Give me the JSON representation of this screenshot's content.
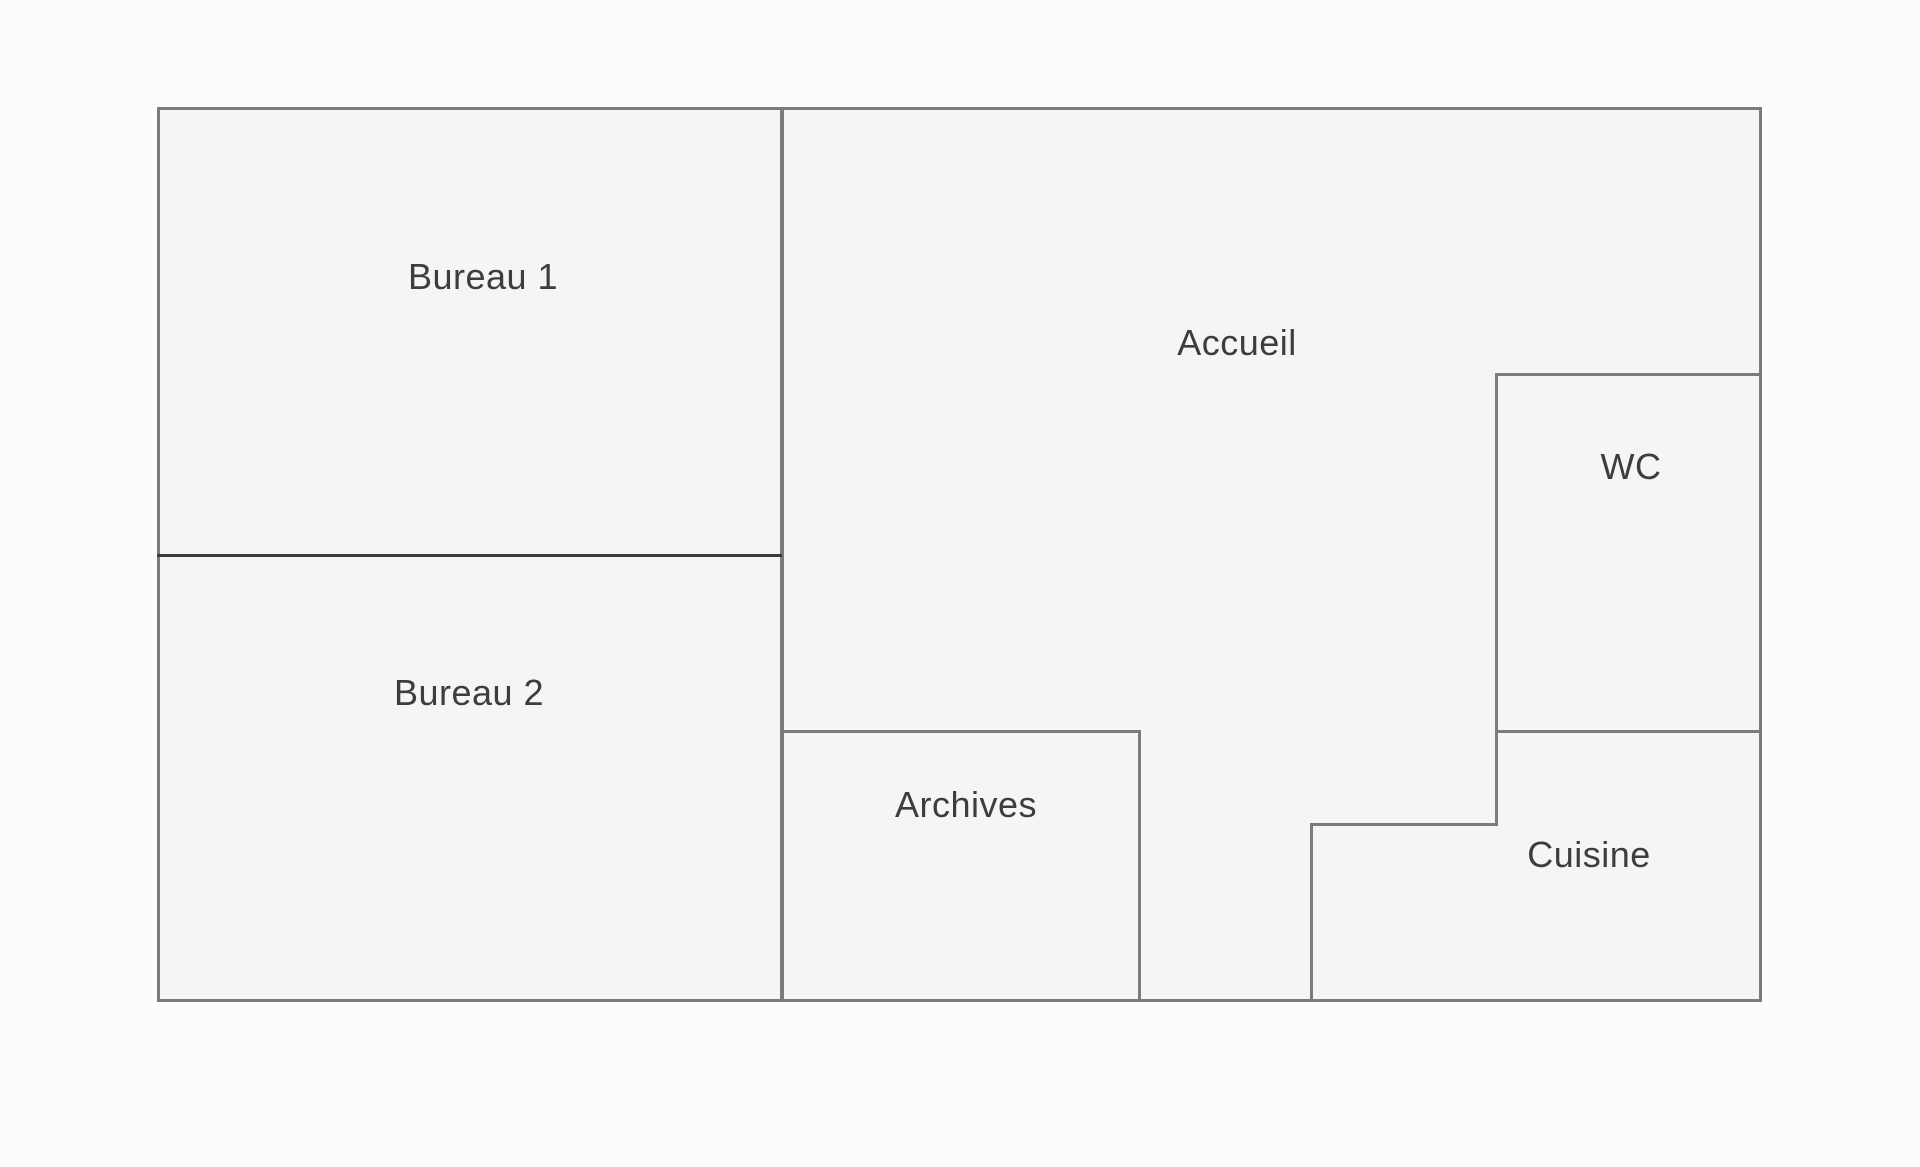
{
  "diagram_type": "floor-plan",
  "rooms": [
    {
      "id": "bureau-1",
      "label": "Bureau 1"
    },
    {
      "id": "bureau-2",
      "label": "Bureau 2"
    },
    {
      "id": "accueil",
      "label": "Accueil"
    },
    {
      "id": "archives",
      "label": "Archives"
    },
    {
      "id": "wc",
      "label": "WC"
    },
    {
      "id": "cuisine",
      "label": "Cuisine"
    }
  ],
  "colors": {
    "wall": "#7b7b7b",
    "divider_wall": "#3a3a3a",
    "room_fill": "#f5f5f6",
    "page_background": "#fcfcfc",
    "label_text": "#3d3d3d"
  }
}
